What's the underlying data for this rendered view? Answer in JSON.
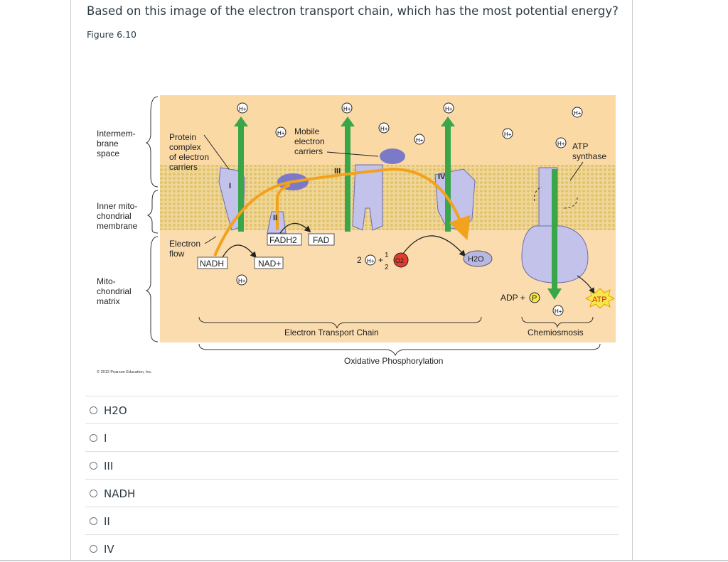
{
  "question": {
    "text": "Based on this image of the electron transport chain, which has the most potential energy?",
    "figure_label": "Figure 6.10"
  },
  "figure": {
    "side_labels": {
      "intermembrane_1": "Intermem-",
      "intermembrane_2": "brane",
      "intermembrane_3": "space",
      "inner_1": "Inner mito-",
      "inner_2": "chondrial",
      "inner_3": "membrane",
      "matrix_1": "Mito-",
      "matrix_2": "chondrial",
      "matrix_3": "matrix"
    },
    "copyright": "© 2012 Pearson Education, Inc.",
    "protein_complex_1": "Protein",
    "protein_complex_2": "complex",
    "protein_complex_3": "of electron",
    "protein_complex_4": "carriers",
    "mobile_1": "Mobile",
    "mobile_2": "electron",
    "mobile_3": "carriers",
    "electron_flow_1": "Electron",
    "electron_flow_2": "flow",
    "atp_synthase_1": "ATP",
    "atp_synthase_2": "synthase",
    "complex_i": "I",
    "complex_ii": "II",
    "complex_iii": "III",
    "complex_iv": "IV",
    "hplus": "H+",
    "nadh": "NADH",
    "nad": "NAD+",
    "fadh2": "FADH2",
    "fad": "FAD",
    "two_h": "2",
    "plus_half": "+",
    "half_top": "1",
    "half_bottom": "2",
    "o2": "O2",
    "h2o": "H2O",
    "adp_p": "ADP + ",
    "p": "P",
    "atp": "ATP",
    "etc": "Electron Transport Chain",
    "chemiosmosis": "Chemiosmosis",
    "oxphos": "Oxidative Phosphorylation"
  },
  "answers": [
    {
      "label": "H2O"
    },
    {
      "label": "I"
    },
    {
      "label": "III"
    },
    {
      "label": "NADH"
    },
    {
      "label": "II"
    },
    {
      "label": "IV"
    }
  ]
}
